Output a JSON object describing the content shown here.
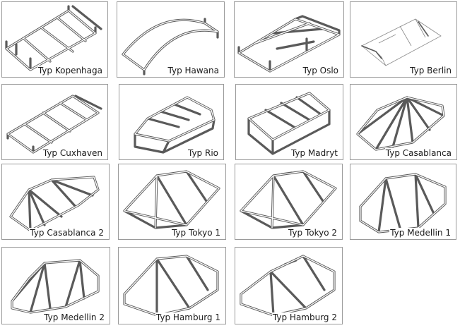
{
  "catalog": {
    "items": [
      {
        "id": "kopenhaga",
        "label": "Typ Kopenhaga"
      },
      {
        "id": "hawana",
        "label": "Typ Hawana"
      },
      {
        "id": "oslo",
        "label": "Typ Oslo"
      },
      {
        "id": "berlin",
        "label": "Typ Berlin"
      },
      {
        "id": "cuxhaven",
        "label": "Typ Cuxhaven"
      },
      {
        "id": "rio",
        "label": "Typ Rio"
      },
      {
        "id": "madryt",
        "label": "Typ Madryt"
      },
      {
        "id": "casablanca",
        "label": "Typ Casablanca"
      },
      {
        "id": "casablanca-2",
        "label": "Typ Casablanca 2"
      },
      {
        "id": "tokyo-1",
        "label": "Typ Tokyo 1"
      },
      {
        "id": "tokyo-2",
        "label": "Typ Tokyo 2"
      },
      {
        "id": "medellin-1",
        "label": "Typ Medellin 1"
      },
      {
        "id": "medellin-2",
        "label": "Typ Medellin 2"
      },
      {
        "id": "hamburg-1",
        "label": "Typ Hamburg 1"
      },
      {
        "id": "hamburg-2",
        "label": "Typ Hamburg 2"
      }
    ]
  }
}
